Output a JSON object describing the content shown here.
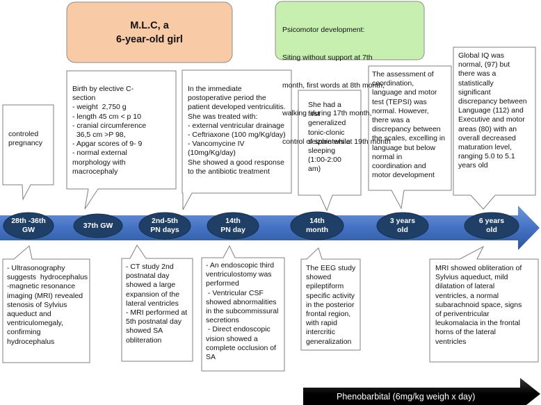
{
  "title": "M.L.C, a\n6-year-old girl",
  "psicomotor": {
    "lines": [
      "Psicomotor development:",
      "Siting without support at 7th",
      "month, first words at 8th month,",
      "walking  during 17th month,",
      "control of sphinters at 19th month"
    ]
  },
  "timeline_nodes": [
    {
      "label": "28th -36th\nGW"
    },
    {
      "label": "37th GW"
    },
    {
      "label": "2nd-5th\nPN days"
    },
    {
      "label": "14th\nPN day"
    },
    {
      "label": "14th\nmonth"
    },
    {
      "label": "3 years\nold"
    },
    {
      "label": "6 years\nold"
    }
  ],
  "top_notes": [
    {
      "lines": [
        "controled",
        "pregnancy"
      ]
    },
    {
      "lines": [
        "Birth by elective C-",
        "section",
        "- weight  2,750 g",
        "- length 45 cm < p 10",
        "- cranial circumference",
        "  36,5 cm >P 98,",
        "- Apgar scores of 9- 9",
        "- normal external",
        "morphology with",
        "macrocephaly"
      ]
    },
    {
      "lines": [
        "In the immediate",
        "postoperative period the",
        "patient developed ventriculitis.",
        "She was treated with:",
        "- external ventricular drainage",
        "- Ceftriaxone (100 mg/Kg/day)",
        "- Vancomycine IV",
        "(10mg/Kg/day)",
        "She showed a good response",
        "to the antibiotic treatment"
      ]
    },
    {
      "lines": [
        "She had a",
        "first",
        "generalized",
        "tonic-clonic",
        "seizure while",
        "sleeping",
        "(1:00-2:00",
        "am)"
      ]
    },
    {
      "lines": [
        "The assessment of",
        "coordination,",
        "language and motor",
        "test (TEPSI) was",
        "normal. However,",
        "there was a",
        "discrepancy between",
        "the scales, excelling in",
        "language but below",
        "normal in",
        "coordination and",
        "motor development"
      ]
    },
    {
      "lines": [
        "Global IQ was",
        "normal, (97) but",
        "there was a",
        "statistically",
        "significant",
        "discrepancy between",
        "Language (112) and",
        "Executive and motor",
        "areas (80) with an",
        "overall decreased",
        "maturation level,",
        "ranging 5.0 to 5.1",
        "years old"
      ]
    }
  ],
  "bottom_notes": [
    {
      "lines": [
        "- Ultrasonography",
        "suggests  hydrocephalus",
        "-magnetic resonance",
        "imaging (MRI) revealed",
        "stenosis of Sylvius",
        "aqueduct and",
        "ventriculomegaly,",
        "confirming",
        "hydrocephalus"
      ]
    },
    {
      "lines": [
        "- CT study 2nd",
        "postnatal day",
        "showed a large",
        "expansion of the",
        "lateral ventricles",
        "- MRI performed at",
        "5th postnatal day",
        "showed SA",
        "obliteration"
      ]
    },
    {
      "lines": [
        "- An endoscopic third",
        "ventriculostomy was",
        "performed",
        " - Ventricular CSF",
        "showed abnormalities",
        "in the subcommissural",
        "secretions",
        " - Direct endoscopic",
        "vision showed a",
        "complete occlusion of",
        "SA"
      ]
    },
    {
      "lines": [
        "The EEG study",
        "showed",
        "epileptiform",
        "specific activity",
        "in the posterior",
        "frontal region,",
        "with rapid",
        "intercritic",
        "generalization"
      ]
    },
    {
      "lines": [
        "MRI showed obliteration of",
        "Sylvius aqueduct, mild",
        "dilatation of lateral",
        "ventricles, a normal",
        "subarachnoid space, signs",
        "of periventricular",
        "leukomalacia in the frontal",
        "horns of the lateral",
        "ventricles"
      ]
    }
  ],
  "treatment_arrow": {
    "label": "Phenobarbital (6mg/kg weigh x day)"
  },
  "colors": {
    "title_box": "#f8cba6",
    "psicomotor_box": "#c6efb0",
    "node_fill": "#1f3f66",
    "arrow_fill": "#4472c4",
    "note_fill": "#ffffff",
    "note_border": "#7f7f7f",
    "treatment_arrow": "#000000"
  }
}
